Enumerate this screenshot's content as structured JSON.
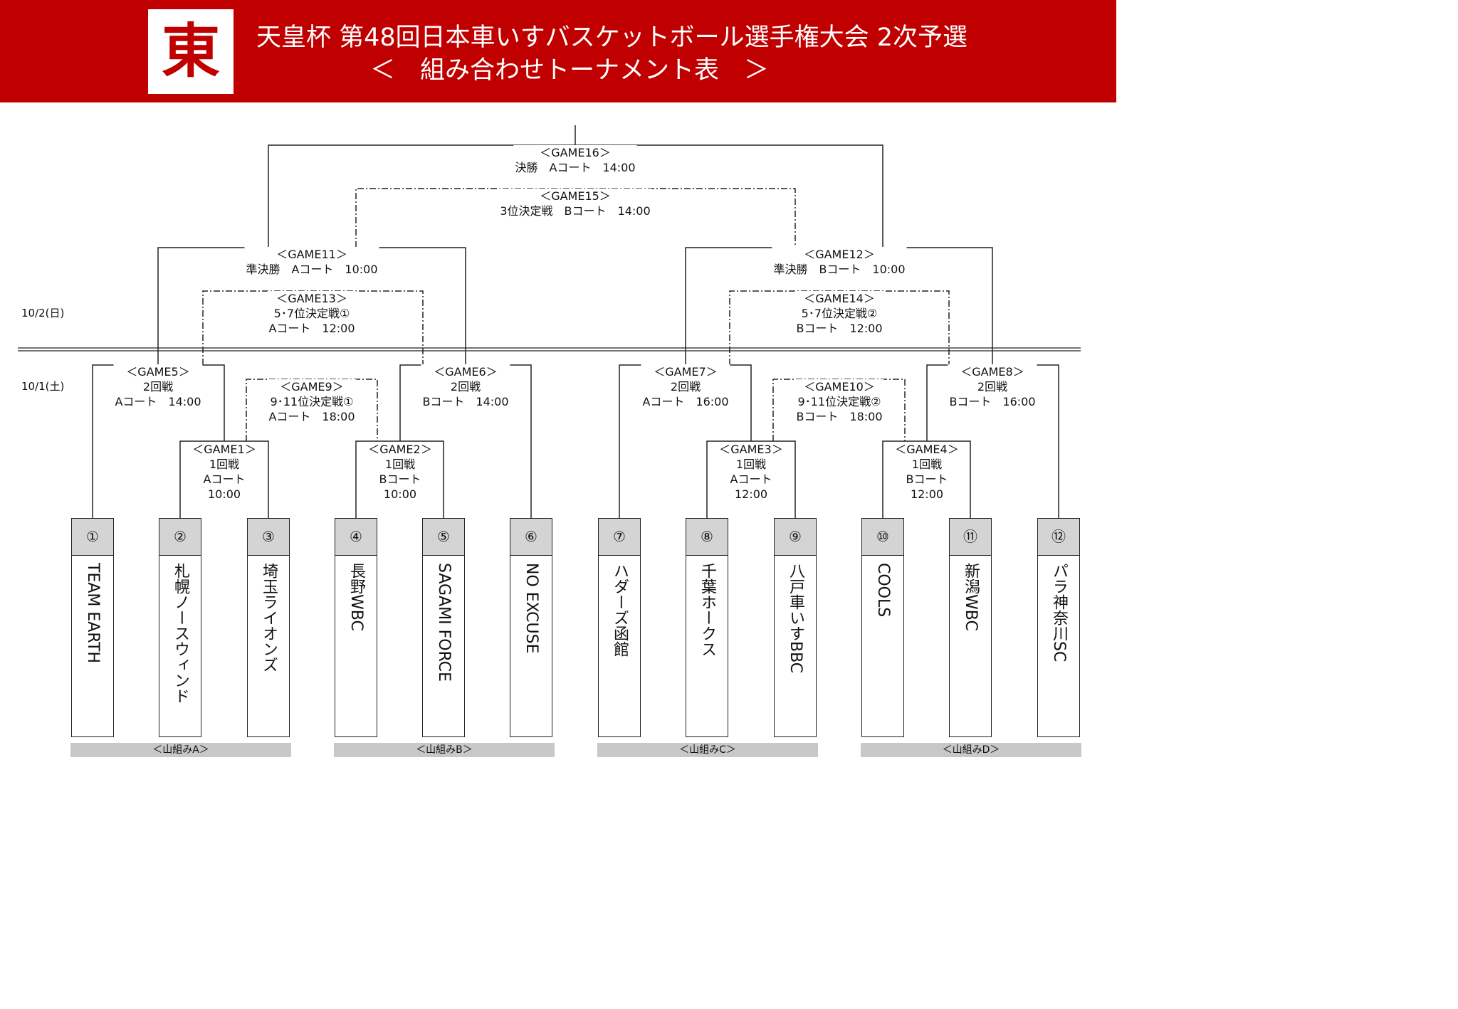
{
  "header": {
    "region": "東",
    "title_line1": "天皇杯 第48回日本車いすバスケットボール選手権大会 2次予選",
    "title_line2": "＜　組み合わせトーナメント表　＞"
  },
  "dates": {
    "day2": "10/2(日)",
    "day1": "10/1(土)"
  },
  "games": [
    {
      "id": "game1",
      "lines": [
        "＜GAME1＞",
        "1回戦",
        "Aコート",
        "10:00"
      ]
    },
    {
      "id": "game2",
      "lines": [
        "＜GAME2＞",
        "1回戦",
        "Bコート",
        "10:00"
      ]
    },
    {
      "id": "game3",
      "lines": [
        "＜GAME3＞",
        "1回戦",
        "Aコート",
        "12:00"
      ]
    },
    {
      "id": "game4",
      "lines": [
        "＜GAME4＞",
        "1回戦",
        "Bコート",
        "12:00"
      ]
    },
    {
      "id": "game5",
      "lines": [
        "＜GAME5＞",
        "2回戦",
        "Aコート　14:00"
      ]
    },
    {
      "id": "game6",
      "lines": [
        "＜GAME6＞",
        "2回戦",
        "Bコート　14:00"
      ]
    },
    {
      "id": "game7",
      "lines": [
        "＜GAME7＞",
        "2回戦",
        "Aコート　16:00"
      ]
    },
    {
      "id": "game8",
      "lines": [
        "＜GAME8＞",
        "2回戦",
        "Bコート　16:00"
      ]
    },
    {
      "id": "game9",
      "lines": [
        "＜GAME9＞",
        "9･11位決定戦①",
        "Aコート　18:00"
      ]
    },
    {
      "id": "game10",
      "lines": [
        "＜GAME10＞",
        "9･11位決定戦②",
        "Bコート　18:00"
      ]
    },
    {
      "id": "game11",
      "lines": [
        "＜GAME11＞",
        "準決勝　Aコート　10:00"
      ]
    },
    {
      "id": "game12",
      "lines": [
        "＜GAME12＞",
        "準決勝　Bコート　10:00"
      ]
    },
    {
      "id": "game13",
      "lines": [
        "＜GAME13＞",
        "5･7位決定戦①",
        "Aコート　12:00"
      ]
    },
    {
      "id": "game14",
      "lines": [
        "＜GAME14＞",
        "5･7位決定戦②",
        "Bコート　12:00"
      ]
    },
    {
      "id": "game15",
      "lines": [
        "＜GAME15＞",
        "3位決定戦　Bコート　14:00"
      ]
    },
    {
      "id": "game16",
      "lines": [
        "＜GAME16＞",
        "決勝　Aコート　14:00"
      ]
    }
  ],
  "teams": [
    {
      "num": "①",
      "name": "TEAM EARTH"
    },
    {
      "num": "②",
      "name": "札幌ノースウィンド"
    },
    {
      "num": "③",
      "name": "埼玉ライオンズ"
    },
    {
      "num": "④",
      "name": "長野WBC"
    },
    {
      "num": "⑤",
      "name": "SAGAMI FORCE"
    },
    {
      "num": "⑥",
      "name": "NO EXCUSE"
    },
    {
      "num": "⑦",
      "name": "ハダーズ函館"
    },
    {
      "num": "⑧",
      "name": "千葉ホークス"
    },
    {
      "num": "⑨",
      "name": "八戸車いすBBC"
    },
    {
      "num": "⑩",
      "name": "COOLS"
    },
    {
      "num": "⑪",
      "name": "新潟WBC"
    },
    {
      "num": "⑫",
      "name": "パラ神奈川SC"
    }
  ],
  "pools": [
    "＜山組みA＞",
    "＜山組みB＞",
    "＜山組みC＞",
    "＜山組みD＞"
  ]
}
